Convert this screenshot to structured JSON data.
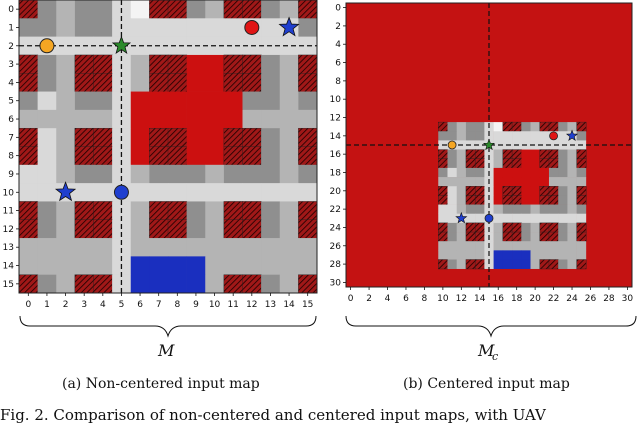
{
  "left_panel": {
    "x_ticks": [
      "0",
      "1",
      "2",
      "3",
      "4",
      "5",
      "6",
      "7",
      "8",
      "9",
      "10",
      "11",
      "12",
      "13",
      "14",
      "15"
    ],
    "y_ticks": [
      "0",
      "1",
      "2",
      "3",
      "4",
      "5",
      "6",
      "7",
      "8",
      "9",
      "10",
      "11",
      "12",
      "13",
      "14",
      "15"
    ],
    "brace_label": "M",
    "caption": "(a)  Non-centered input map"
  },
  "right_panel": {
    "x_ticks": [
      "0",
      "2",
      "4",
      "6",
      "8",
      "10",
      "12",
      "14",
      "16",
      "18",
      "20",
      "22",
      "24",
      "26",
      "28",
      "30"
    ],
    "y_ticks": [
      "0",
      "2",
      "4",
      "6",
      "8",
      "10",
      "12",
      "14",
      "16",
      "18",
      "20",
      "22",
      "24",
      "26",
      "28",
      "30"
    ],
    "brace_label": "M",
    "brace_sub": "c",
    "caption": "(b)  Centered input map"
  },
  "figure_caption": "Fig. 2.   Comparison of non-centered and centered input maps, with UAV",
  "colors": {
    "building": "#a01818",
    "hatch": "#1a0000",
    "no_fly": "#cc1010",
    "landing_zone": "#1a2fbf",
    "background_red": "#c41212",
    "uav_blue": "#1f3fcf",
    "uav_orange": "#f5a623",
    "uav_red": "#e01515",
    "uav_green": "#2a8a2a"
  },
  "legend_markers": [
    {
      "name": "orange-circle",
      "x": 1,
      "y": 2
    },
    {
      "name": "red-circle",
      "x": 12,
      "y": 1
    },
    {
      "name": "blue-star",
      "x": 14,
      "y": 1
    },
    {
      "name": "green-star",
      "x": 5,
      "y": 2
    },
    {
      "name": "blue-star-2",
      "x": 2,
      "y": 10
    },
    {
      "name": "blue-circle",
      "x": 5,
      "y": 10
    }
  ]
}
